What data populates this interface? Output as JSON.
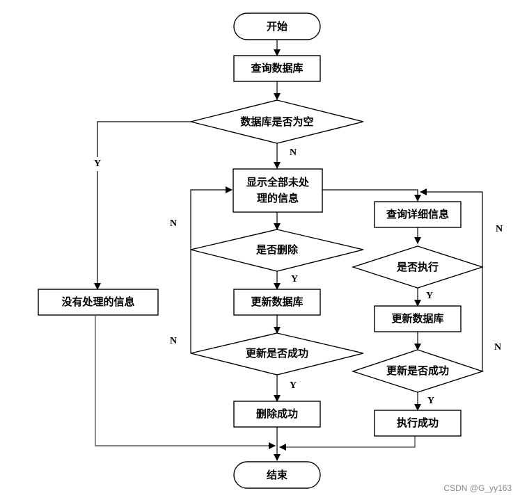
{
  "diagram": {
    "type": "flowchart",
    "nodes": {
      "start": "开始",
      "query_db": "查询数据库",
      "db_empty": "数据库是否为空",
      "show_unprocessed_1": "显示全部未处",
      "show_unprocessed_2": "理的信息",
      "no_unprocessed": "没有处理的信息",
      "delete_q": "是否删除",
      "update_db_left": "更新数据库",
      "update_ok_left": "更新是否成功",
      "delete_ok": "删除成功",
      "query_detail": "查询详细信息",
      "execute_q": "是否执行",
      "update_db_right": "更新数据库",
      "update_ok_right": "更新是否成功",
      "execute_ok": "执行成功",
      "end": "结束"
    },
    "edge_labels": {
      "db_empty_yes": "Y",
      "db_empty_no": "N",
      "delete_no": "N",
      "delete_yes": "Y",
      "update_left_no": "N",
      "update_left_yes": "Y",
      "execute_no": "N",
      "execute_yes": "Y",
      "update_right_no": "N",
      "update_right_yes": "Y"
    }
  },
  "watermark": "CSDN @G_yy163"
}
